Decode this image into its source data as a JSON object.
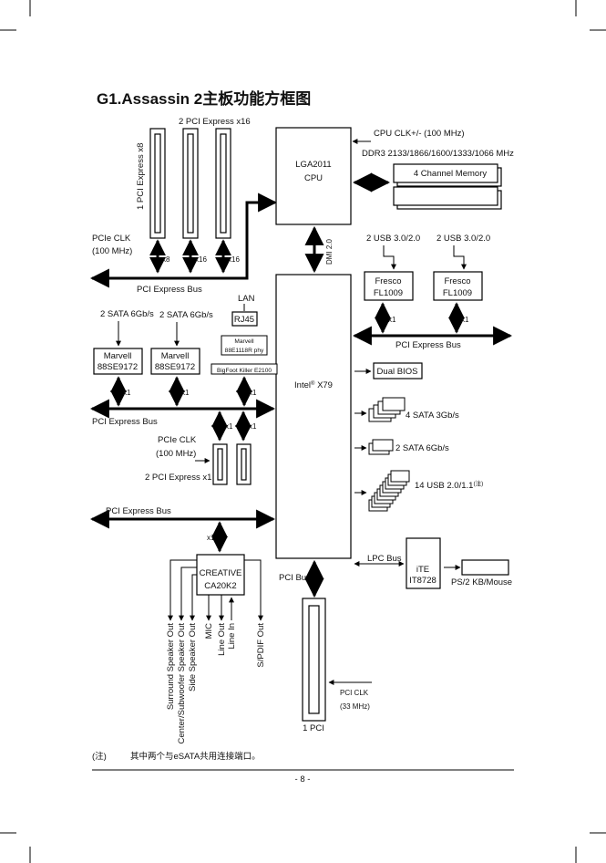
{
  "title": "G1.Assassin 2主板功能方框图",
  "page_number": "- 8 -",
  "footnote": {
    "mark": "(注)",
    "text": "其中两个与eSATA共用连接端口。"
  },
  "blocks": {
    "cpu": {
      "line1": "LGA2011",
      "line2": "CPU"
    },
    "chipset": {
      "name": "Intel",
      "reg": "®",
      "model": "X79"
    },
    "memory": "4 Channel Memory",
    "fresco1": {
      "line1": "Fresco",
      "line2": "FL1009"
    },
    "fresco2": {
      "line1": "Fresco",
      "line2": "FL1009"
    },
    "marvell1": {
      "line1": "Marvell",
      "line2": "88SE9172"
    },
    "marvell2": {
      "line1": "Marvell",
      "line2": "88SE9172"
    },
    "rj45": "RJ45",
    "lan_phy": {
      "line1": "Marvell",
      "line2": "88E1118R phy"
    },
    "killer": "BigFoot Killer E2100",
    "dual_bios": "Dual BIOS",
    "audio": {
      "line1": "CREATIVE",
      "line2": "CA20K2"
    },
    "ite": {
      "line1": "iTE",
      "line2": "IT8728"
    }
  },
  "labels": {
    "pcie_x16_slots": "2 PCI Express x16",
    "pcie_x8_slot": "1 PCI Express x8",
    "cpu_clk": "CPU CLK+/- (100 MHz)",
    "ddr3": "DDR3 2133/1866/1600/1333/1066 MHz",
    "pcie_clk_top": "PCIe CLK",
    "pcie_clk_top_freq": "(100 MHz)",
    "lane_x8": "x8",
    "lane_x16a": "x16",
    "lane_x16b": "x16",
    "pci_express_bus_top": "PCI Express Bus",
    "dmi": "DMI 2.0",
    "usb3_a": "2 USB 3.0/2.0",
    "usb3_b": "2 USB 3.0/2.0",
    "lan": "LAN",
    "sata_a": "2 SATA 6Gb/s",
    "sata_b": "2 SATA 6Gb/s",
    "fresco_x1a": "x1",
    "fresco_x1b": "x1",
    "pci_express_bus_right": "PCI Express Bus",
    "marvell_x1a": "x1",
    "marvell_x1b": "x1",
    "lan_x1": "x1",
    "pci_express_bus_mid": "PCI Express Bus",
    "x1_slot_a": "x1",
    "x1_slot_b": "x1",
    "sata3": "4 SATA 3Gb/s",
    "pcie_clk_mid": "PCIe CLK",
    "pcie_clk_mid_freq": "(100 MHz)",
    "sata6_chipset": "2 SATA 6Gb/s",
    "pcie_x1_slots": "2 PCI Express x1",
    "usb2": "14 USB 2.0/1.1",
    "usb2_note": "(注)",
    "pci_express_bus_low": "PCI Express Bus",
    "audio_x1": "x1",
    "lpc_bus": "LPC Bus",
    "pci_bus": "PCI Bus",
    "ps2": "PS/2 KB/Mouse",
    "pci_clk": "PCI CLK",
    "pci_clk_freq": "(33 MHz)",
    "pci_slot": "1 PCI"
  },
  "audio_outputs": [
    "Surround Speaker Out",
    "Center/Subwoofer Speaker Out",
    "Side Speaker Out",
    "MIC",
    "Line Out",
    "Line In",
    "S/PDIF Out"
  ]
}
